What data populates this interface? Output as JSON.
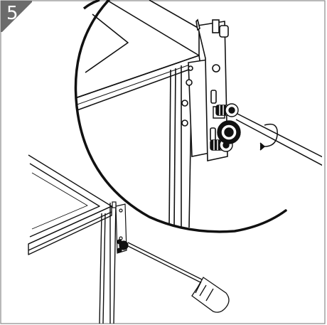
{
  "step": {
    "number": "5",
    "badge_color": "#6b6b6b"
  },
  "illustration": {
    "icons": [
      "furniture-frame",
      "mounting-bracket",
      "screwdriver",
      "rotation-arrow",
      "magnifier-circle"
    ]
  }
}
